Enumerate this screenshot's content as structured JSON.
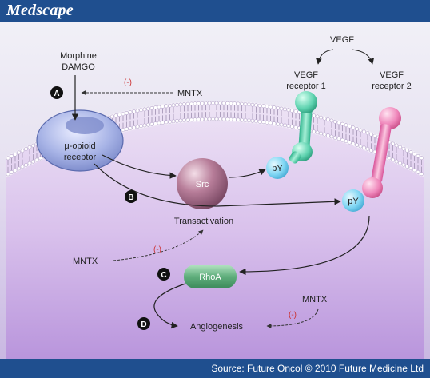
{
  "header": {
    "brand": "Medscape"
  },
  "footer": {
    "source": "Source: Future Oncol © 2010 Future Medicine Ltd"
  },
  "diagram": {
    "morphine": "Morphine",
    "damgo": "DAMGO",
    "mntx_top": "MNTX",
    "neg_top": "(-)",
    "opioid_line1": "μ-opioid",
    "opioid_line2": "receptor",
    "vegf": "VEGF",
    "vegf_r1_line1": "VEGF",
    "vegf_r1_line2": "receptor 1",
    "vegf_r2_line1": "VEGF",
    "vegf_r2_line2": "receptor 2",
    "py1": "pY",
    "py2": "pY",
    "src": "Src",
    "transactivation": "Transactivation",
    "mntx_mid": "MNTX",
    "neg_mid": "(-)",
    "rhoa": "RhoA",
    "mntx_bottom": "MNTX",
    "neg_bottom": "(-)",
    "angiogenesis": "Angiogenesis",
    "label_a": "A",
    "label_b": "B",
    "label_c": "C",
    "label_d": "D"
  },
  "colors": {
    "frame": "#1f4f8f",
    "negative": "#cc3333",
    "receptor1": "#5fd3b0",
    "receptor2": "#ef86ba",
    "rhoa": "#5fae7c",
    "src": "#a86b8a",
    "py": "#7fd6f2"
  }
}
